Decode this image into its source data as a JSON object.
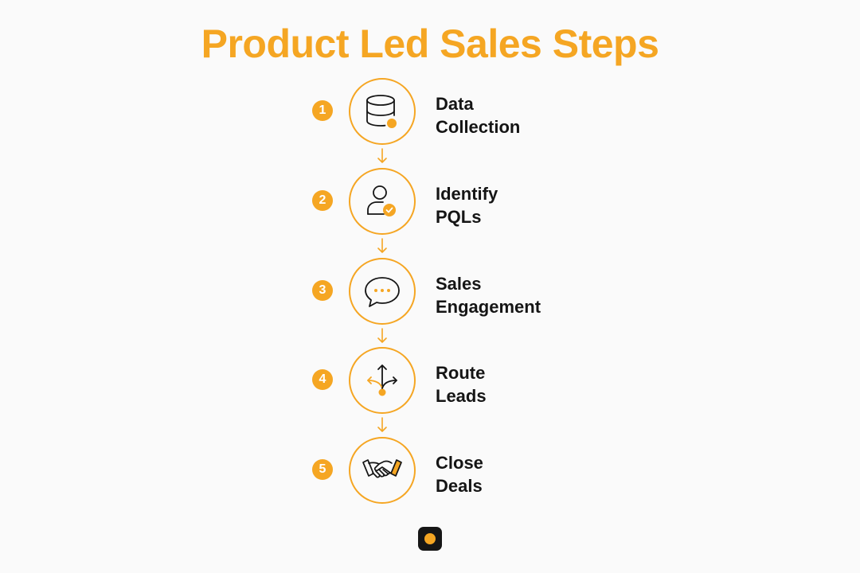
{
  "title": "Product Led Sales Steps",
  "colors": {
    "accent": "#f5a623",
    "text": "#151515",
    "background": "#fafafa"
  },
  "steps": [
    {
      "number": "1",
      "line1": "Data",
      "line2": "Collection",
      "icon": "database-icon"
    },
    {
      "number": "2",
      "line1": "Identify",
      "line2": "PQLs",
      "icon": "user-check-icon"
    },
    {
      "number": "3",
      "line1": "Sales",
      "line2": "Engagement",
      "icon": "chat-bubble-icon"
    },
    {
      "number": "4",
      "line1": "Route",
      "line2": "Leads",
      "icon": "split-arrows-icon"
    },
    {
      "number": "5",
      "line1": "Close",
      "line2": "Deals",
      "icon": "handshake-icon"
    }
  ],
  "logo": {
    "icon": "brand-logo-icon"
  }
}
